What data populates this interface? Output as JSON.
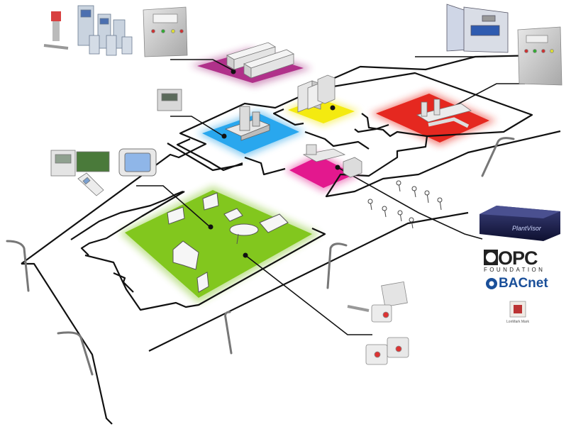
{
  "devices": {
    "supervisor_label": "PlantVisor",
    "opc_main": "OPC",
    "opc_sub": "FOUNDATION",
    "bacnet": "BACnet",
    "lonmark": "LonMark Mark"
  },
  "zone_colors": {
    "purple": "#a0207a",
    "blue": "#1f9ee6",
    "yellow": "#f2e600",
    "red": "#e82018",
    "magenta": "#e0128a",
    "green": "#7ec21a"
  },
  "icons": [
    "valve-actuator-icon",
    "inverter-drive-icon",
    "control-panel-icon",
    "cooling-unit-icon",
    "air-handler-icon",
    "chiller-icon",
    "boiler-pipe-icon",
    "thermostat-icon",
    "remote-control-icon",
    "touch-panel-icon",
    "sensor-icon",
    "streetlight-icon"
  ]
}
